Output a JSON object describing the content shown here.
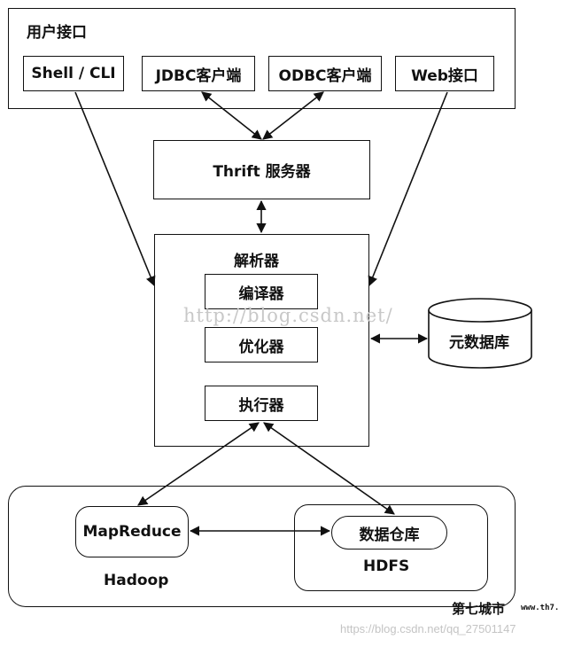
{
  "user_interface": {
    "title": "用户接口",
    "items": [
      "Shell / CLI",
      "JDBC客户端",
      "ODBC客户端",
      "Web接口"
    ]
  },
  "thrift": {
    "label": "Thrift  服务器"
  },
  "parser": {
    "title": "解析器",
    "components": [
      "编译器",
      "优化器",
      "执行器"
    ]
  },
  "metastore": {
    "label": "元数据库"
  },
  "hadoop": {
    "label": "Hadoop",
    "mapreduce": "MapReduce",
    "hdfs": "HDFS",
    "warehouse": "数据仓库"
  },
  "watermark": "http://blog.csdn.net/",
  "footer": {
    "logo": "第七城市",
    "logo_url": "www.th7.",
    "source": "https://blog.csdn.net/qq_27501147"
  }
}
